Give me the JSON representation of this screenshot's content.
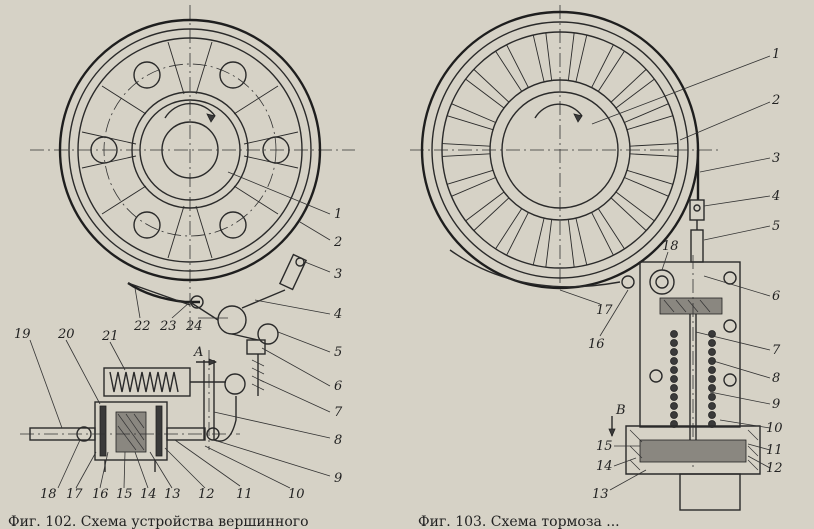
{
  "left_figure": {
    "callouts": [
      "1",
      "2",
      "3",
      "4",
      "5",
      "6",
      "7",
      "8",
      "9",
      "10",
      "11",
      "12",
      "13",
      "14",
      "15",
      "16",
      "17",
      "18",
      "19",
      "20",
      "21",
      "22",
      "23",
      "24"
    ],
    "view_mark": "A"
  },
  "right_figure": {
    "callouts": [
      "1",
      "2",
      "3",
      "4",
      "5",
      "6",
      "7",
      "8",
      "9",
      "10",
      "11",
      "12",
      "13",
      "14",
      "15",
      "16",
      "17",
      "18"
    ],
    "view_mark": "В"
  },
  "captions": {
    "left": "Фиг. 102. Схема устройства вершинного",
    "right": "Фиг. 103. Схема тормоза ..."
  }
}
